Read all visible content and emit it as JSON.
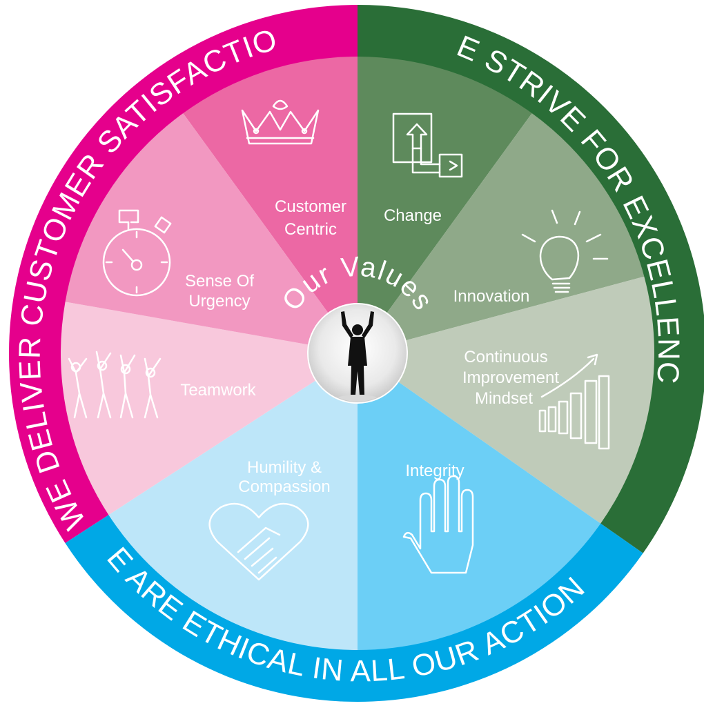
{
  "center": {
    "title": "Our Values",
    "image": "person-raising-arms-silhouette"
  },
  "ring": [
    {
      "text": "WE DELIVER CUSTOMER SATISFACTION",
      "color": "#e5008c"
    },
    {
      "text": "WE STRIVE FOR EXCELLENCE",
      "color": "#2a6e37"
    },
    {
      "text": "WE ARE ETHICAL IN ALL OUR ACTIONS",
      "color": "#00a8e6"
    }
  ],
  "segments": [
    {
      "key": "customer-centric",
      "lines": [
        "Customer",
        "Centric"
      ],
      "icon": "crown-icon",
      "color": "#ec68a4"
    },
    {
      "key": "change",
      "lines": [
        "Change"
      ],
      "icon": "process-arrows-icon",
      "color": "#5e8a5c"
    },
    {
      "key": "innovation",
      "lines": [
        "Innovation"
      ],
      "icon": "lightbulb-icon",
      "color": "#8fa989"
    },
    {
      "key": "continuous-improvement-mindset",
      "lines": [
        "Continuous",
        "Improvement",
        "Mindset"
      ],
      "icon": "growth-chart-icon",
      "color": "#bfcbb9"
    },
    {
      "key": "integrity",
      "lines": [
        "Integrity"
      ],
      "icon": "raised-hand-icon",
      "color": "#6ccff6"
    },
    {
      "key": "humility-compassion",
      "lines": [
        "Humility &",
        "Compassion"
      ],
      "icon": "handshake-heart-icon",
      "color": "#bde6f9"
    },
    {
      "key": "teamwork",
      "lines": [
        "Teamwork"
      ],
      "icon": "crowd-icon",
      "color": "#f8c8dc"
    },
    {
      "key": "sense-of-urgency",
      "lines": [
        "Sense Of",
        "Urgency"
      ],
      "icon": "stopwatch-icon",
      "color": "#f298c1"
    }
  ]
}
